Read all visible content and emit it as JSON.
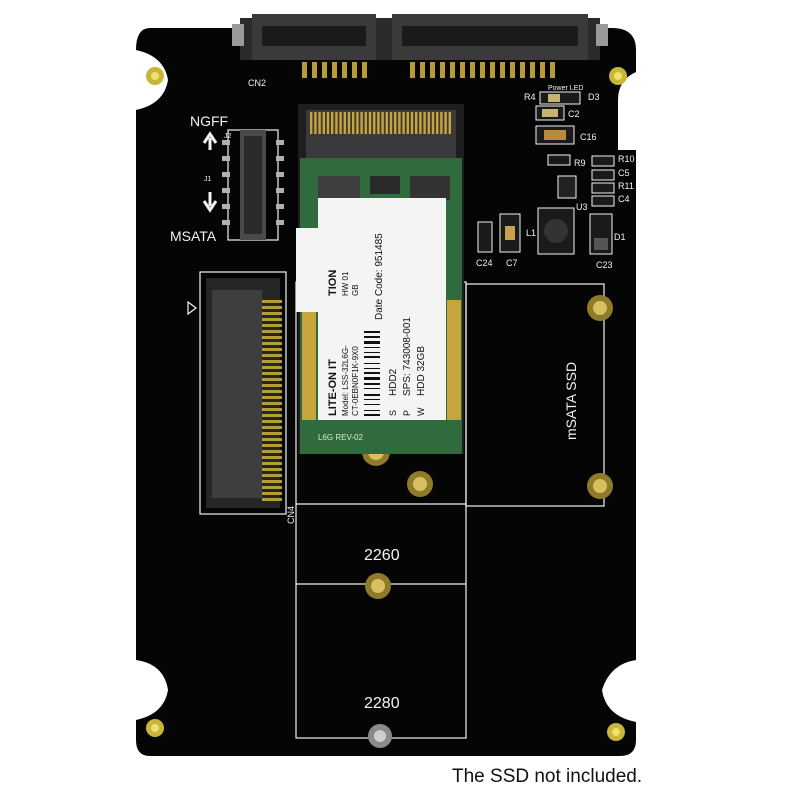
{
  "board": {
    "connector_label": "CN2",
    "m2_connector_label": "CN4",
    "switch_top_label": "NGFF",
    "switch_bottom_label": "MSATA",
    "switch_j2": "J2",
    "switch_j1": "J1",
    "msata_zone_label": "mSATA SSD",
    "size_2260": "2260",
    "size_2280": "2280",
    "power_led_label": "Power LED",
    "components": [
      "R4",
      "D3",
      "C2",
      "C16",
      "R9",
      "R10",
      "C5",
      "R11",
      "C4",
      "U3",
      "L1",
      "D1",
      "C24",
      "C7",
      "C23"
    ]
  },
  "ssd": {
    "brand": "LITE-ON IT",
    "title_fragment": "TION",
    "model": "Model: LSS-32L6G-",
    "serial_fragment": "CT-0EBN0F1K-9X0",
    "hw": "HW 01",
    "gb_fragment": "GB",
    "date_code": "Date Code: 951485",
    "hdd": "HDD2",
    "sps": "SPS: 743008-001",
    "capacity": "HDD 32GB",
    "col_s": "S",
    "col_p": "P",
    "col_w": "W",
    "rev": "L6G REV-02"
  },
  "caption": "The SSD not included.",
  "colors": {
    "pcb": "#050505",
    "silkscreen": "#f2f2f2",
    "gold": "#c8a53c",
    "ssd_pcb": "#2f6b3c",
    "label": "#f4f4f4"
  }
}
